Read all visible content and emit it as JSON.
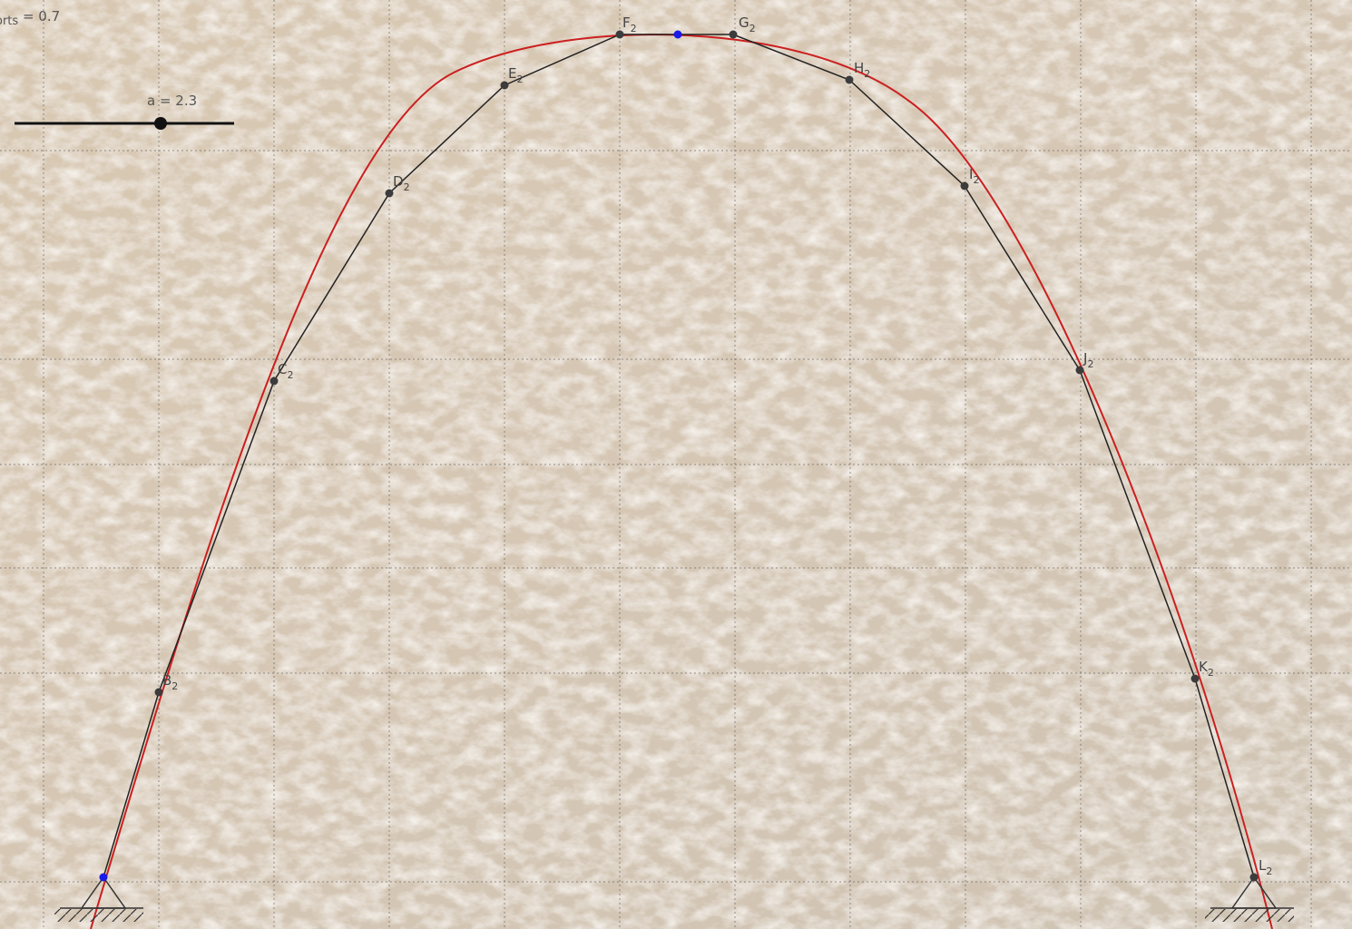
{
  "top_left_label": {
    "fragment": "orts",
    "equals": "= 0.7"
  },
  "slider": {
    "label": "a = 2.3"
  },
  "colors": {
    "curve": "#cc1f1f",
    "polyline": "#222222",
    "point": "#3c3c3c",
    "blue_point": "#1a1ae6",
    "grid": "#4a4a4a"
  },
  "points": [
    {
      "name": "B",
      "sub": "2"
    },
    {
      "name": "C",
      "sub": "2"
    },
    {
      "name": "D",
      "sub": "2"
    },
    {
      "name": "E",
      "sub": "2"
    },
    {
      "name": "F",
      "sub": "2"
    },
    {
      "name": "G",
      "sub": "2"
    },
    {
      "name": "H",
      "sub": "2"
    },
    {
      "name": "I",
      "sub": "2"
    },
    {
      "name": "J",
      "sub": "2"
    },
    {
      "name": "K",
      "sub": "2"
    },
    {
      "name": "L",
      "sub": "2"
    }
  ]
}
